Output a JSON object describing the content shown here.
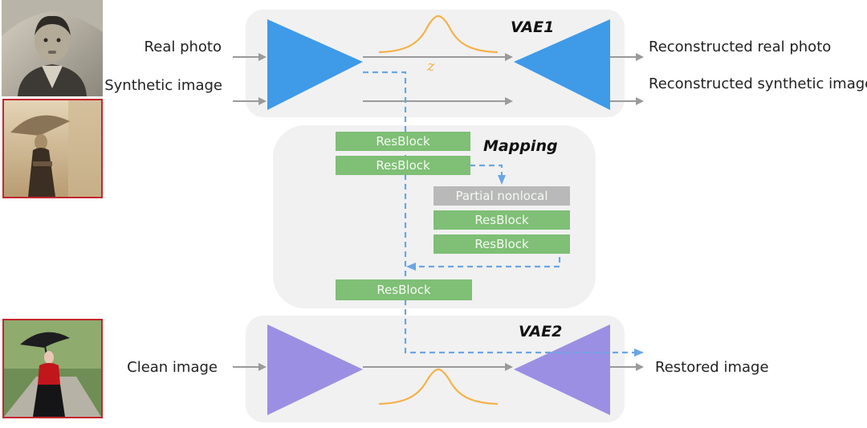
{
  "vae1": {
    "title": "VAE1",
    "z_label": "z",
    "inputs": [
      "Real photo",
      "Synthetic image"
    ],
    "outputs": [
      "Reconstructed real photo",
      "Reconstructed synthetic image"
    ]
  },
  "mapping": {
    "title": "Mapping",
    "blocks": [
      "ResBlock",
      "ResBlock",
      "Partial nonlocal",
      "ResBlock",
      "ResBlock",
      "ResBlock"
    ]
  },
  "vae2": {
    "title": "VAE2",
    "input": "Clean image",
    "output": "Restored image"
  },
  "colors": {
    "panel": "#f1f1f1",
    "vae1_triangle": "#3f9ae8",
    "vae2_triangle": "#9b8fe3",
    "resblock": "#7fbf76",
    "nonlocal": "#b9b9b9",
    "gaussian": "#f4b24a",
    "dashed_flow": "#6aa6e6",
    "solid_flow": "#9a9a9a",
    "photo_border": "#c4262e"
  }
}
